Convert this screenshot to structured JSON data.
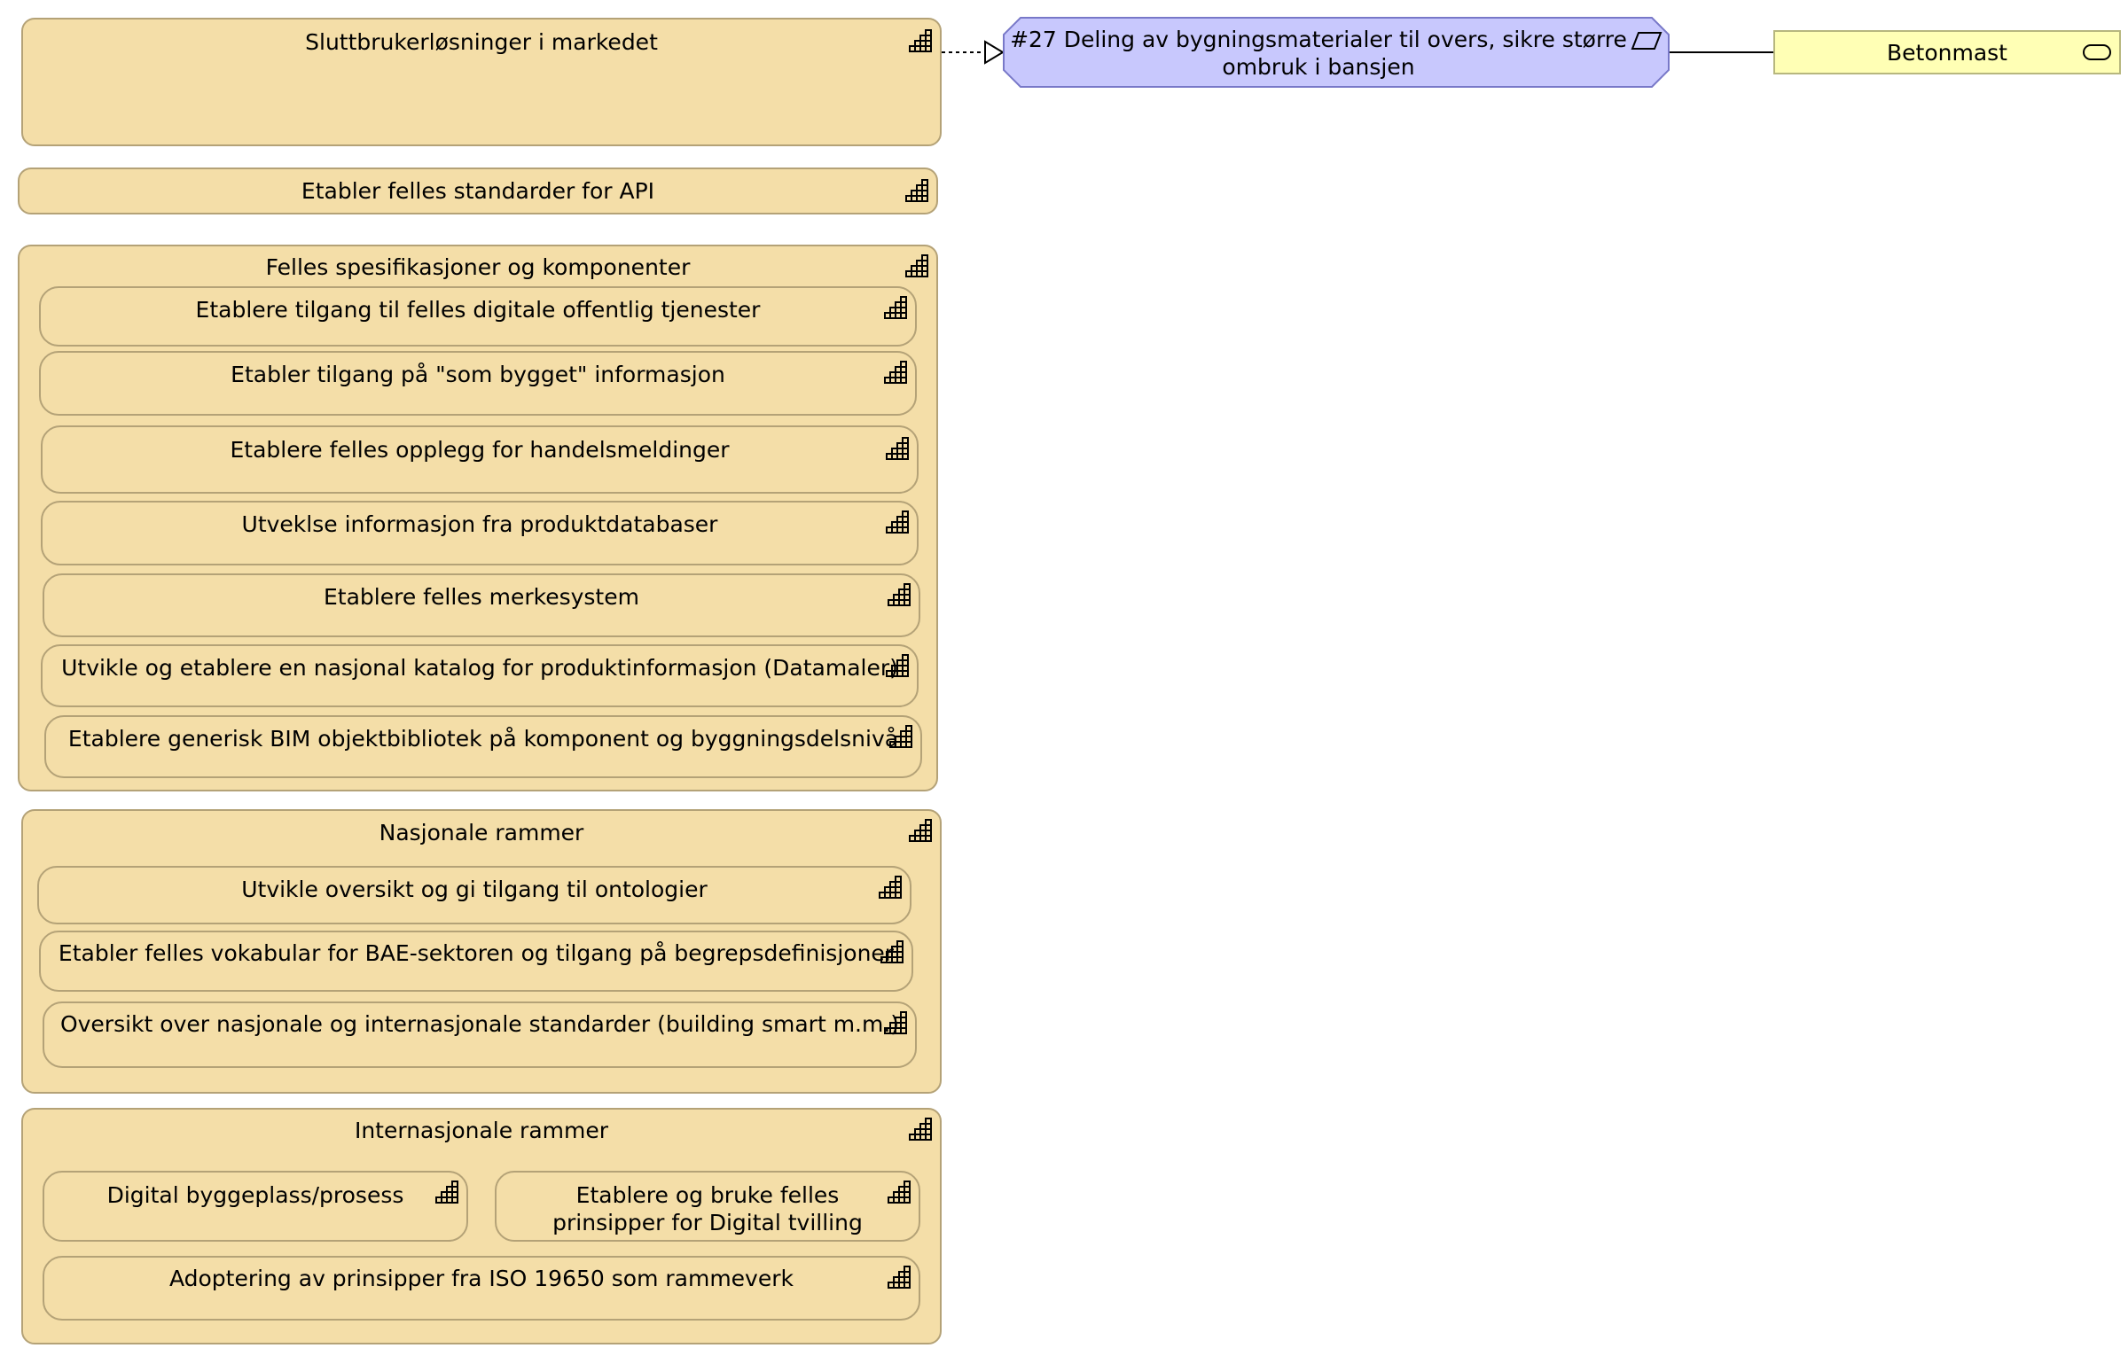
{
  "elements": {
    "sluttbruker": "Sluttbrukerløsninger i markedet",
    "api": "Etabler felles standarder for API",
    "felles": {
      "title": "Felles spesifikasjoner og komponenter",
      "items": [
        "Etablere tilgang til felles digitale offentlig tjenester",
        "Etabler tilgang på \"som bygget\" informasjon",
        "Etablere felles opplegg for handelsmeldinger",
        "Utveklse informasjon fra produktdatabaser",
        "Etablere felles merkesystem",
        "Utvikle og etablere en nasjonal katalog for produktinformasjon (Datamaler)",
        "Etablere generisk BIM objektbibliotek på komponent og byggningsdelsnivå"
      ]
    },
    "nasjonale": {
      "title": "Nasjonale rammer",
      "items": [
        "Utvikle oversikt og gi tilgang til ontologier",
        "Etabler felles vokabular for BAE-sektoren og tilgang på begrepsdefinisjoner",
        "Oversikt over nasjonale og internasjonale standarder (building smart m.m.)"
      ]
    },
    "internasjonale": {
      "title": "Internasjonale rammer",
      "items": [
        "Digital byggeplass/prosess",
        [
          "Etablere og bruke felles",
          "prinsipper for Digital tvilling"
        ],
        "Adoptering av prinsipper fra ISO 19650 som rammeverk"
      ]
    },
    "event": [
      "#27 Deling av bygningsmaterialer til overs, sikre større",
      "ombruk i bansjen"
    ],
    "service": "Betonmast"
  },
  "colors": {
    "work_package_fill": "#f4dea8",
    "work_package_border": "#b4a277",
    "event_fill": "#c8c8fd",
    "event_border": "#7878c8",
    "service_fill": "#ffffb5",
    "service_border": "#b7b77e"
  },
  "icons": {
    "work_package": "work-package-icon",
    "event_data": "data-object-icon",
    "service": "service-icon"
  }
}
